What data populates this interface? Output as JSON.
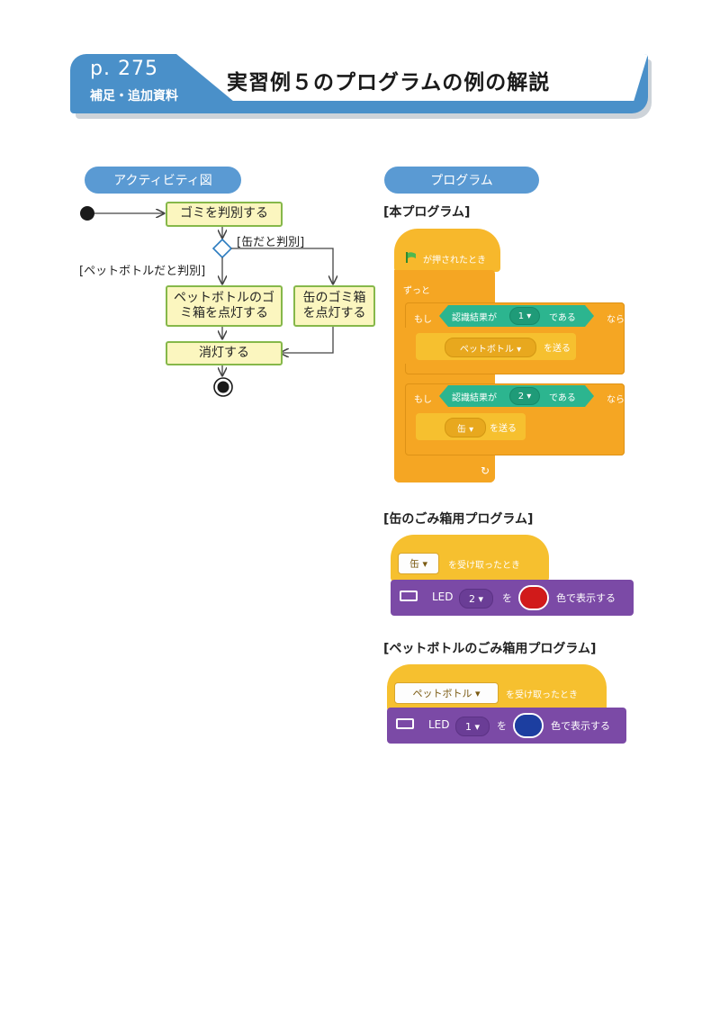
{
  "header": {
    "page_number": "p. 275",
    "subtitle": "補足・追加資料",
    "title": "実習例５のプログラムの例の解説"
  },
  "activity": {
    "pill": "アクティビティ図",
    "judge": "ゴミを判別する",
    "guard_can": "[缶だと判別]",
    "guard_bottle": "[ペットボトルだと判別]",
    "bottle_light_1": "ペットボトルのゴ",
    "bottle_light_2": "ミ箱を点灯する",
    "can_light_1": "缶のゴミ箱",
    "can_light_2": "を点灯する",
    "off": "消灯する"
  },
  "program": {
    "pill": "プログラム",
    "main": {
      "label": "[本プログラム]",
      "hat": "が押されたとき",
      "forever": "ずっと",
      "if1": {
        "if": "もし",
        "cond": "認識結果が",
        "value": "1 ▾",
        "is": "である",
        "then": "なら",
        "msg": "ペットボトル ▾",
        "send": "を送る"
      },
      "if2": {
        "if": "もし",
        "cond": "認識結果が",
        "value": "2 ▾",
        "is": "である",
        "then": "なら",
        "msg": "缶 ▾",
        "send": "を送る"
      }
    },
    "can": {
      "label": "[缶のごみ箱用プログラム]",
      "msg": "缶 ▾",
      "recv": "を受け取ったとき",
      "led": "LED",
      "led_num": "2 ▾",
      "wo": "を",
      "show": "色で表示する",
      "color": "#d11a1a"
    },
    "bottle": {
      "label": "[ペットボトルのごみ箱用プログラム]",
      "msg": "ペットボトル ▾",
      "recv": "を受け取ったとき",
      "led": "LED",
      "led_num": "1 ▾",
      "wo": "を",
      "show": "色で表示する",
      "color": "#1c3ea0"
    }
  }
}
